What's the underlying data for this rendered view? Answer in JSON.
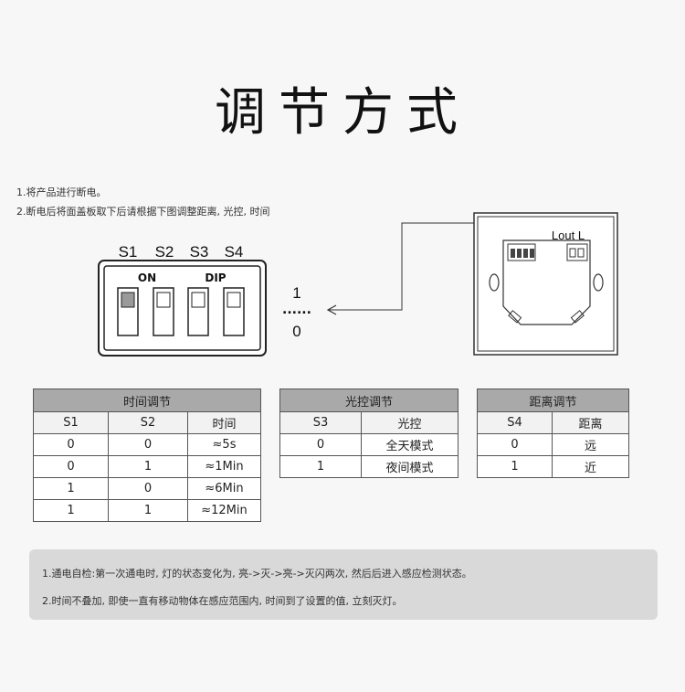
{
  "title": "调节方式",
  "steps": [
    "1.将产品进行断电。",
    "2.断电后将面盖板取下后请根据下图调整距离, 光控, 时间"
  ],
  "dip": {
    "switch_labels": [
      "S1",
      "S2",
      "S3",
      "S4"
    ],
    "on_label": "ON",
    "dip_label": "DIP",
    "state_high": "1",
    "state_low": "0",
    "dots": "......"
  },
  "device": {
    "port_label": "Lout L"
  },
  "tables": {
    "time": {
      "title": "时间调节",
      "headers": [
        "S1",
        "S2",
        "时间"
      ],
      "rows": [
        [
          "0",
          "0",
          "≈5s"
        ],
        [
          "0",
          "1",
          "≈1Min"
        ],
        [
          "1",
          "0",
          "≈6Min"
        ],
        [
          "1",
          "1",
          "≈12Min"
        ]
      ]
    },
    "light": {
      "title": "光控调节",
      "headers": [
        "S3",
        "光控"
      ],
      "rows": [
        [
          "0",
          "全天模式"
        ],
        [
          "1",
          "夜间模式"
        ]
      ]
    },
    "distance": {
      "title": "距离调节",
      "headers": [
        "S4",
        "距离"
      ],
      "rows": [
        [
          "0",
          "远"
        ],
        [
          "1",
          "近"
        ]
      ]
    }
  },
  "notes": [
    "1.通电自检:第一次通电时, 灯的状态变化为, 亮->灭->亮->灭闪两次, 然后后进入感应检测状态。",
    "2.时间不叠加, 即使一直有移动物体在感应范围内, 时间到了设置的值, 立刻灭灯。"
  ]
}
